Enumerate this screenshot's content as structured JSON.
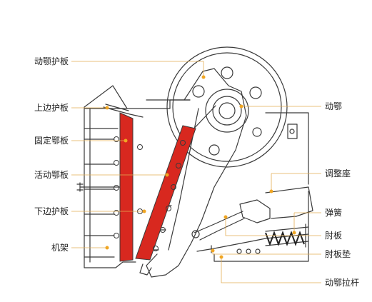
{
  "colors": {
    "line": "#3a3a3a",
    "plate": "#d8281f",
    "leader": "#e3ad52",
    "dot": "#f0a623",
    "text": "#222222"
  },
  "labels": {
    "moving_jaw_guard": "动颚护板",
    "upper_side_guard": "上边护板",
    "fixed_jaw_plate": "固定鄂板",
    "movable_jaw_plate": "活动鄂板",
    "lower_side_guard": "下边护板",
    "frame": "机架",
    "moving_jaw": "动鄂",
    "adjust_seat": "调整座",
    "spring": "弹簧",
    "toggle_plate": "肘板",
    "toggle_pad": "肘板垫",
    "tie_rod": "动鄂拉杆"
  }
}
